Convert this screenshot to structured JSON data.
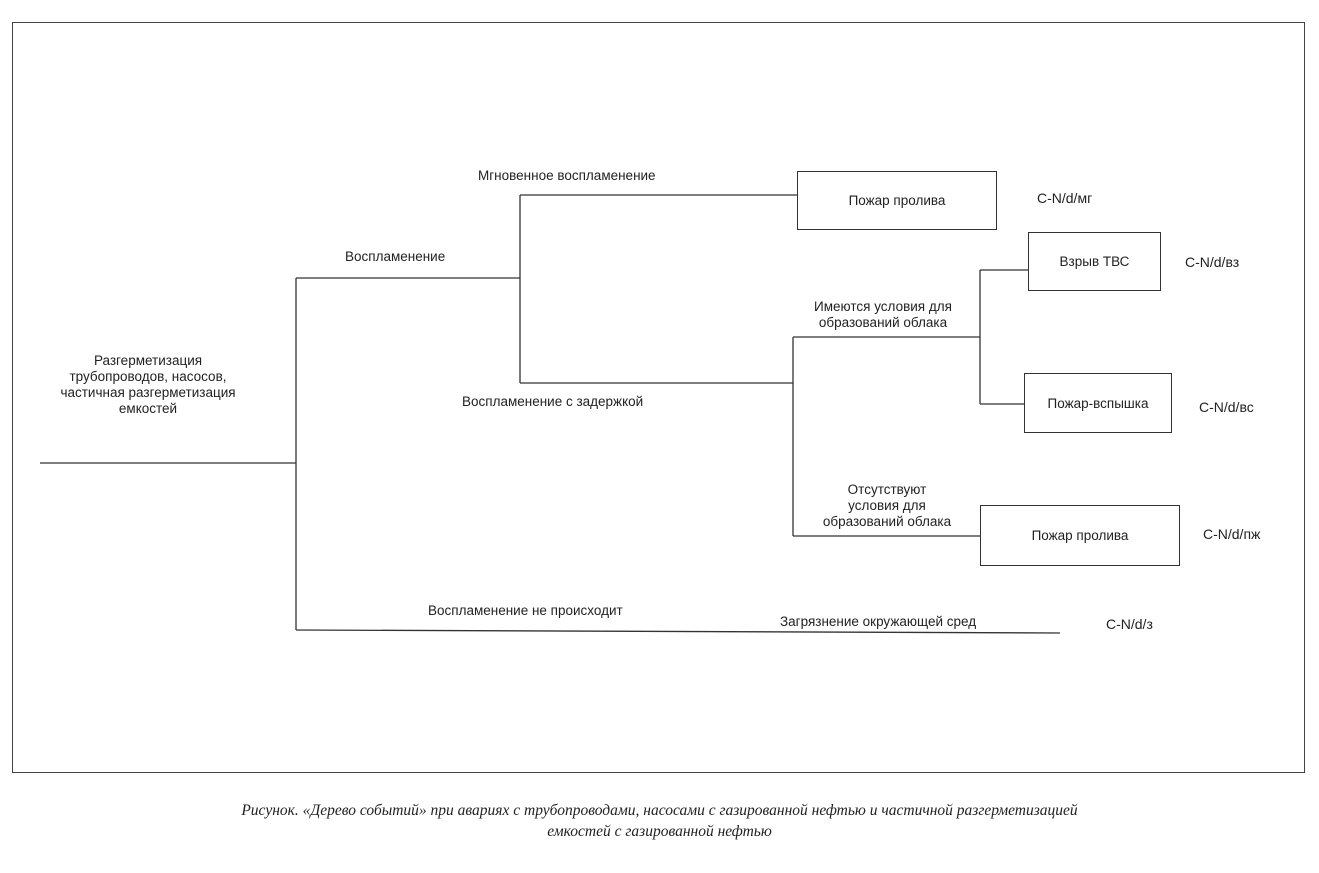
{
  "root": {
    "lines": [
      "Разгерметизация",
      "трубопроводов, насосов,",
      "частичная разгерметизация",
      "емкостей"
    ]
  },
  "branches": {
    "ignition": "Воспламенение",
    "instant_ignition": "Мгновенное воспламенение",
    "delayed_ignition": "Воспламенение с задержкой",
    "conditions_present": {
      "lines": [
        "Имеются условия для",
        "образований облака"
      ]
    },
    "conditions_absent": {
      "lines": [
        "Отсутствуют",
        "условия для",
        "образований облака"
      ]
    },
    "no_ignition": "Воспламенение не происходит",
    "pollution": "Загрязнение окружающей сред"
  },
  "outcomes": {
    "spill_fire_1": "Пожар пролива",
    "explosion": "Взрыв ТВС",
    "flash_fire": "Пожар-вспышка",
    "spill_fire_2": "Пожар пролива"
  },
  "codes": {
    "spill_fire_1": "C-N/d/мг",
    "explosion": "C-N/d/вз",
    "flash_fire": "C-N/d/вс",
    "spill_fire_2": "C-N/d/пж",
    "pollution": "C-N/d/з"
  },
  "caption": {
    "lines": [
      "Рисунок. «Дерево событий» при авариях с трубопроводами, насосами с газированной нефтью и частичной разгерметизацией",
      "емкостей с газированной нефтью"
    ]
  }
}
